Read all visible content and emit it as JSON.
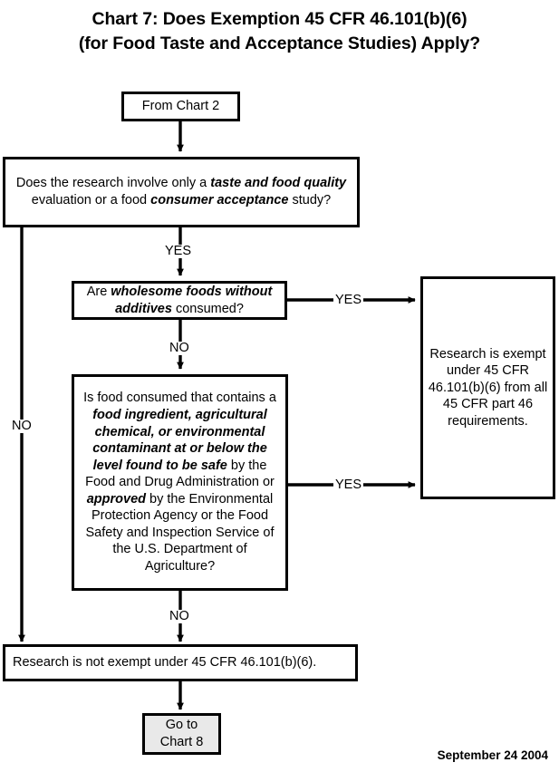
{
  "chart_data": {
    "type": "diagram",
    "title": "Chart 7:  Does Exemption 45 CFR 46.101(b)(6) (for Food Taste and Acceptance Studies) Apply?",
    "nodes": [
      {
        "id": "from-chart-2",
        "label": "From Chart 2",
        "shape": "box",
        "fill": "#ffffff"
      },
      {
        "id": "q-taste-quality",
        "label": "Does the research involve only a taste and food quality evaluation or a food consumer acceptance study?",
        "shape": "box",
        "fill": "#ffffff"
      },
      {
        "id": "q-wholesome-foods",
        "label": "Are wholesome foods without additives consumed?",
        "shape": "box",
        "fill": "#ffffff"
      },
      {
        "id": "q-food-ingredient",
        "label": "Is food consumed that contains a food ingredient, agricultural chemical, or environmental contaminant at or below the level found to be safe by the Food and Drug Administration or approved by the Environmental Protection Agency or the Food Safety and Inspection Service of the U.S. Department of Agriculture?",
        "shape": "box",
        "fill": "#ffffff"
      },
      {
        "id": "research-exempt",
        "label": "Research is exempt under 45 CFR 46.101(b)(6) from all 45 CFR part 46 requirements.",
        "shape": "box",
        "fill": "#ffffff"
      },
      {
        "id": "research-not-exempt",
        "label": "Research is not exempt under 45 CFR 46.101(b)(6).",
        "shape": "box",
        "fill": "#ffffff"
      },
      {
        "id": "go-to-chart-8",
        "label": "Go to Chart 8",
        "shape": "box",
        "fill": "#e9e9e9"
      }
    ],
    "edges": [
      {
        "from": "from-chart-2",
        "to": "q-taste-quality",
        "label": ""
      },
      {
        "from": "q-taste-quality",
        "to": "q-wholesome-foods",
        "label": "YES"
      },
      {
        "from": "q-taste-quality",
        "to": "research-not-exempt",
        "label": "NO"
      },
      {
        "from": "q-wholesome-foods",
        "to": "research-exempt",
        "label": "YES"
      },
      {
        "from": "q-wholesome-foods",
        "to": "q-food-ingredient",
        "label": "NO"
      },
      {
        "from": "q-food-ingredient",
        "to": "research-exempt",
        "label": "YES"
      },
      {
        "from": "q-food-ingredient",
        "to": "research-not-exempt",
        "label": "NO"
      },
      {
        "from": "research-not-exempt",
        "to": "go-to-chart-8",
        "label": ""
      }
    ]
  },
  "title": {
    "line1": "Chart 7:  Does Exemption 45 CFR 46.101(b)(6)",
    "line2": "(for Food Taste and Acceptance Studies) Apply?"
  },
  "nodes": {
    "from_chart_2": {
      "text": "From Chart 2"
    },
    "q_taste_quality": {
      "seg1": "Does the research involve only a ",
      "em1": "taste and food quality",
      "seg2": " evaluation or a food ",
      "em2": "consumer acceptance",
      "seg3": " study?"
    },
    "q_wholesome": {
      "seg1": "Are ",
      "em1": "wholesome foods without additives",
      "seg2": " consumed?"
    },
    "q_food_ingredient": {
      "seg1": "Is food consumed that contains a ",
      "em1": "food ingredient, agricultural chemical, or environmental contaminant at or below the level found to be safe",
      "seg2": " by the Food and Drug Administration or ",
      "em2": "approved",
      "seg3": " by the Environmental Protection Agency or the Food Safety and Inspection Service of the U.S. Department of Agriculture?"
    },
    "research_exempt": {
      "text": "Research is exempt under 45 CFR 46.101(b)(6) from all 45 CFR part 46 requirements."
    },
    "research_not_exempt": {
      "text": "Research is not exempt under 45 CFR 46.101(b)(6)."
    },
    "go_to_chart_8": {
      "line1": "Go to",
      "line2": "Chart 8"
    }
  },
  "edge_labels": {
    "yes_taste": "YES",
    "no_taste": "NO",
    "yes_wholesome": "YES",
    "no_wholesome": "NO",
    "yes_ingredient": "YES",
    "no_ingredient": "NO"
  },
  "footer": {
    "date": "September 24 2004"
  },
  "colors": {
    "line": "#000000",
    "text": "#000000",
    "page_background": "#ffffff",
    "terminal_fill": "#e9e9e9"
  }
}
